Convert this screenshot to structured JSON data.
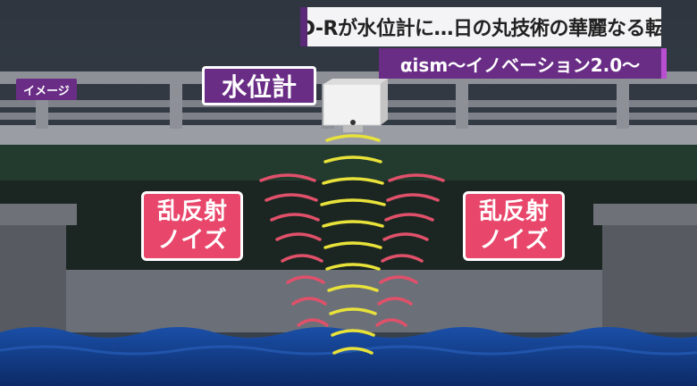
{
  "headline": "CD-Rが水位計に…日の丸技術の華麗なる転身",
  "subtitle": "αism～イノベーション2.0～",
  "image_tag": "イメージ",
  "device_label": "水位計",
  "noise_labels": [
    {
      "line1": "乱反射",
      "line2": "ノイズ"
    },
    {
      "line1": "乱反射",
      "line2": "ノイズ"
    }
  ],
  "colors": {
    "brand_purple": "#6a2d86",
    "accent_pink": "#e8466a",
    "signal_yellow": "#e8e23a",
    "noise_red": "#e0506a",
    "water_blue": "#123c8c"
  }
}
